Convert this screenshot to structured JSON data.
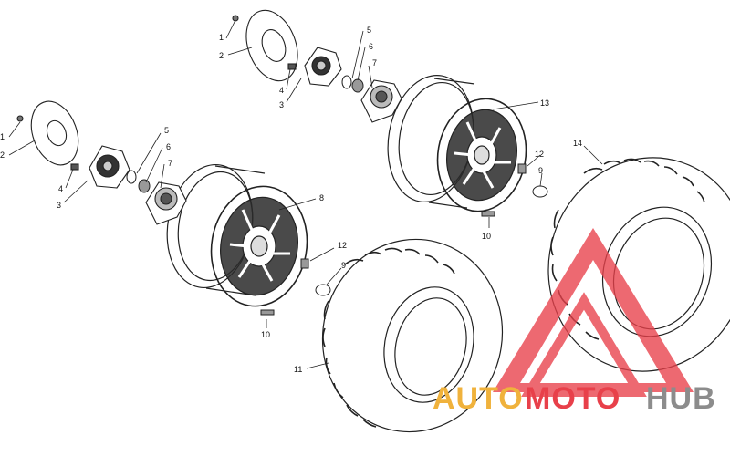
{
  "callouts": {
    "c1a": "1",
    "c2a": "2",
    "c3a": "3",
    "c4a": "4",
    "c5a": "5",
    "c6a": "6",
    "c7a": "7",
    "c1b": "1",
    "c2b": "2",
    "c3b": "3",
    "c4b": "4",
    "c5b": "5",
    "c6b": "6",
    "c7b": "7",
    "c8": "8",
    "c9a": "9",
    "c9b": "9",
    "c10a": "10",
    "c10b": "10",
    "c11": "11",
    "c12a": "12",
    "c12b": "12",
    "c13": "13",
    "c14": "14"
  },
  "watermark": {
    "auto": "AUTO",
    "moto": "MOTO",
    "hub": "HUB",
    "colors": {
      "triangle": "#e8404a",
      "auto": "#f0b23c",
      "moto": "#e8404a",
      "hub": "#8c8c8c"
    }
  }
}
